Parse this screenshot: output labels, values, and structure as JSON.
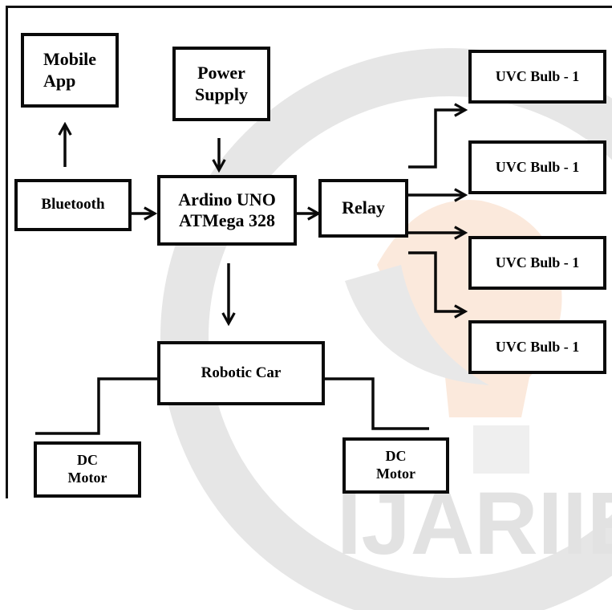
{
  "nodes": {
    "mobile_app": {
      "line1": "Mobile",
      "line2": "App"
    },
    "power_supply": {
      "line1": "Power",
      "line2": "Supply"
    },
    "bluetooth": {
      "label": "Bluetooth"
    },
    "arduino": {
      "line1": "Ardino UNO",
      "line2": "ATMega 328"
    },
    "relay": {
      "label": "Relay"
    },
    "uvc_bulbs": [
      "UVC Bulb - 1",
      "UVC Bulb - 1",
      "UVC Bulb - 1",
      "UVC Bulb - 1"
    ],
    "robotic_car": {
      "label": "Robotic Car"
    },
    "dc_motor_left": {
      "line1": "DC",
      "line2": "Motor"
    },
    "dc_motor_right": {
      "line1": "DC",
      "line2": "Motor"
    }
  },
  "watermark": {
    "text": "IJARIIE",
    "color": "#d0d0d0",
    "accent": "#f2c9a8"
  },
  "colors": {
    "stroke": "#0a0a0a",
    "background": "#ffffff"
  }
}
